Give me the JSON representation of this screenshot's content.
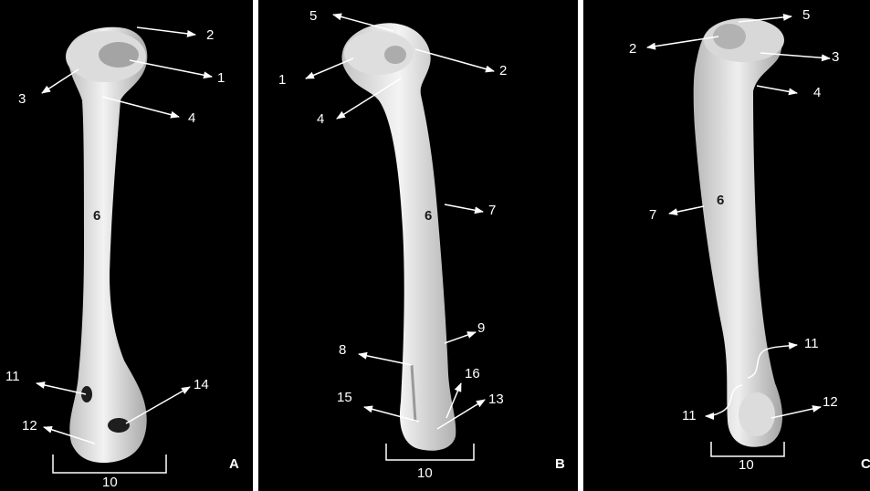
{
  "panels": {
    "a": {
      "letter": "A",
      "numbers": {
        "n1": "1",
        "n2": "2",
        "n3": "3",
        "n4": "4",
        "n6": "6",
        "n10": "10",
        "n11": "11",
        "n12": "12",
        "n14": "14"
      }
    },
    "b": {
      "letter": "B",
      "numbers": {
        "n1": "1",
        "n2": "2",
        "n4": "4",
        "n5": "5",
        "n6": "6",
        "n7": "7",
        "n8": "8",
        "n9": "9",
        "n10": "10",
        "n13": "13",
        "n15": "15",
        "n16": "16"
      }
    },
    "c": {
      "letter": "C",
      "numbers": {
        "n2": "2",
        "n3": "3",
        "n4": "4",
        "n5": "5",
        "n6": "6",
        "n7": "7",
        "n10": "10",
        "n11a": "11",
        "n11b": "11",
        "n12": "12"
      }
    }
  },
  "colors": {
    "background": "#000000",
    "bone": "#e6e6e6",
    "annotation": "#ffffff"
  }
}
